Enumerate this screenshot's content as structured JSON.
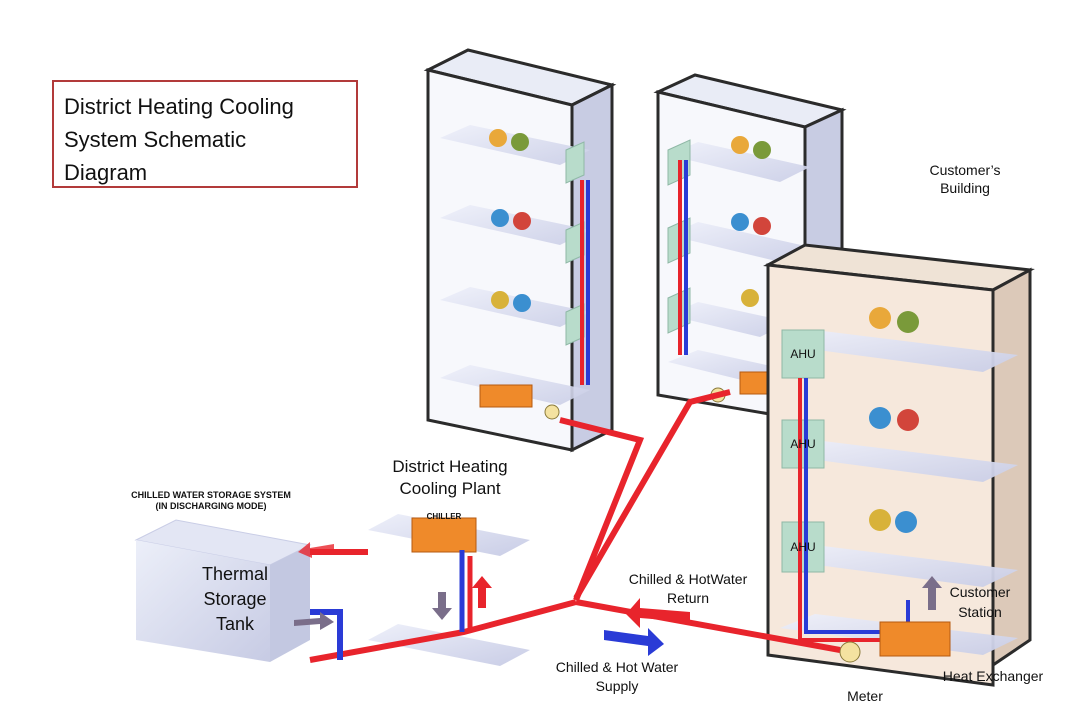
{
  "title": {
    "lines": [
      "District Heating Cooling",
      "System Schematic",
      "Diagram"
    ]
  },
  "labels": {
    "customer_building": [
      "Customer’s",
      "Building"
    ],
    "plant": [
      "District  Heating",
      "Cooling Plant"
    ],
    "chiller": "CHILLER",
    "storage_system": [
      "CHILLED WATER STORAGE SYSTEM",
      "(IN DISCHARGING MODE)"
    ],
    "tank": [
      "Thermal",
      "Storage",
      "Tank"
    ],
    "return": [
      "Chilled  & HotWater",
      "Return"
    ],
    "supply": [
      "Chilled  & Hot Water",
      "Supply"
    ],
    "customer_station": [
      "Customer",
      "Station"
    ],
    "meter": "Meter",
    "heat_exchanger": "Heat Exchanger",
    "ahu": [
      "AHU",
      "AHU",
      "AHU"
    ]
  },
  "colors": {
    "hot_pipe": "#e8242c",
    "cold_pipe": "#2a3bd6",
    "frame": "#2b2b2b",
    "title_border": "#b23a3a",
    "building_fill": "#f6e8dc",
    "ahu_fill": "#b8dccb",
    "exchanger_fill": "#ef8a2a",
    "chiller_fill": "#ef8a2a"
  }
}
